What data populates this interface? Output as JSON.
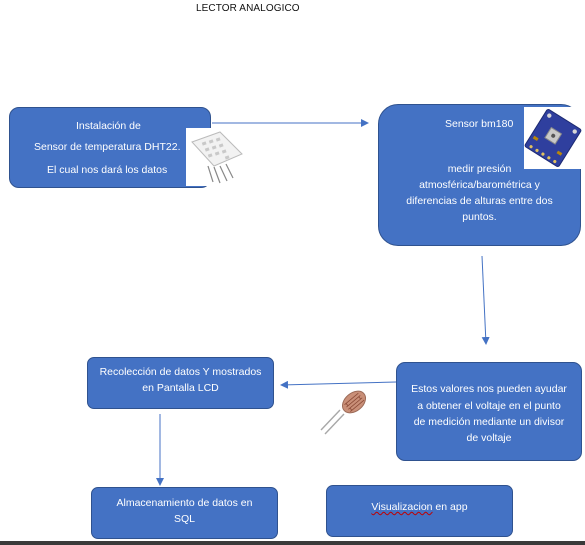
{
  "title": "LECTOR ANALOGICO",
  "boxes": {
    "dht22": {
      "line1": "Instalación de",
      "line2": "Sensor de temperatura DHT22.",
      "line3": "El cual nos dará los datos"
    },
    "bm180": {
      "heading": "Sensor bm180",
      "line1": "medir presión",
      "line2": "atmosférica/barométrica y",
      "line3": "diferencias de alturas entre dos",
      "line4": "puntos."
    },
    "voltage": {
      "line1": "Estos valores nos pueden ayudar",
      "line2": "a obtener el voltaje en el punto",
      "line3": "de medición mediante un divisor",
      "line4": "de voltaje"
    },
    "lcd": {
      "line1": "Recolección de datos Y mostrados",
      "line2": "en Pantalla LCD"
    },
    "sql": {
      "line1": "Almacenamiento de datos  en",
      "line2": "SQL"
    },
    "app": {
      "word1": "Visualizacion",
      "word2": " en app"
    }
  },
  "colors": {
    "box_fill": "#4472c4",
    "box_border": "#2f528f",
    "arrow": "#4472c4"
  },
  "images": [
    "dht22-sensor-image",
    "bmp180-sensor-board-image",
    "photoresistor-ldr-image"
  ]
}
